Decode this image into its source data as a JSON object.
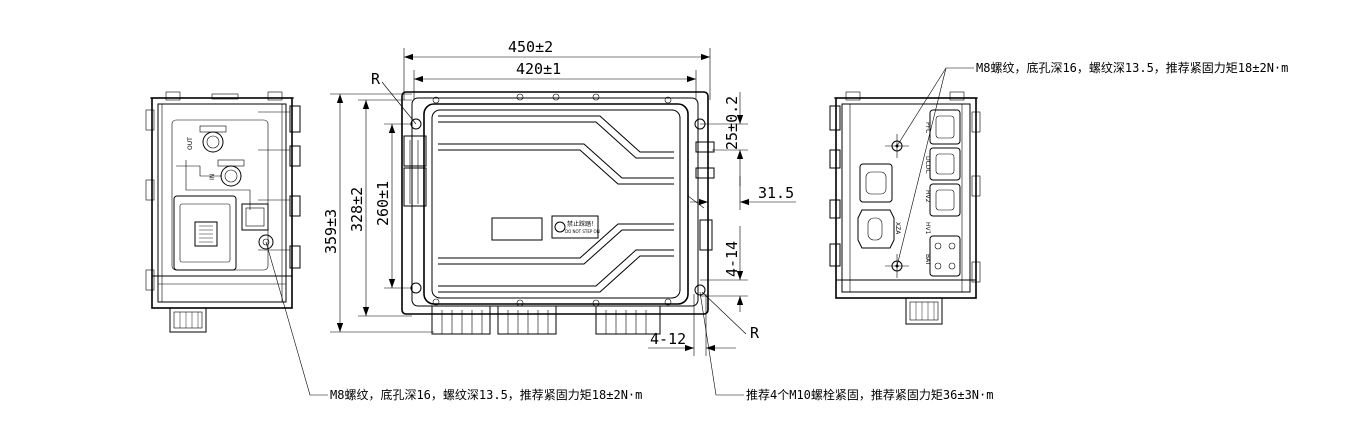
{
  "dimensions": {
    "width_outer": "450±2",
    "width_inner": "420±1",
    "height_outer": "359±3",
    "height_mid": "328±2",
    "height_inner": "260±1",
    "offset_top": "25±0.2",
    "offset_side": "31.5",
    "hole_spacing_v": "4-14",
    "hole_spacing_h": "4-12",
    "radius_top": "R",
    "radius_bottom": "R"
  },
  "notes": {
    "m8_top": "M8螺纹，底孔深16，螺纹深13.5，推荐紧固力矩18±2N·m",
    "m8_bottom": "M8螺纹，底孔深16，螺纹深13.5，推荐紧固力矩18±2N·m",
    "m10": "推荐4个M10螺栓紧固，推荐紧固力矩36±3N·m"
  },
  "labels": {
    "warning_cn": "禁止踩踏！",
    "warning_en": "DO NOT STEP ON",
    "out": "OUT",
    "in": "IN",
    "pfc": "PFC",
    "dcdc": "DCDC",
    "hv2": "HV2",
    "hv1": "HV1",
    "bat": "BAT",
    "xza": "XZA"
  }
}
